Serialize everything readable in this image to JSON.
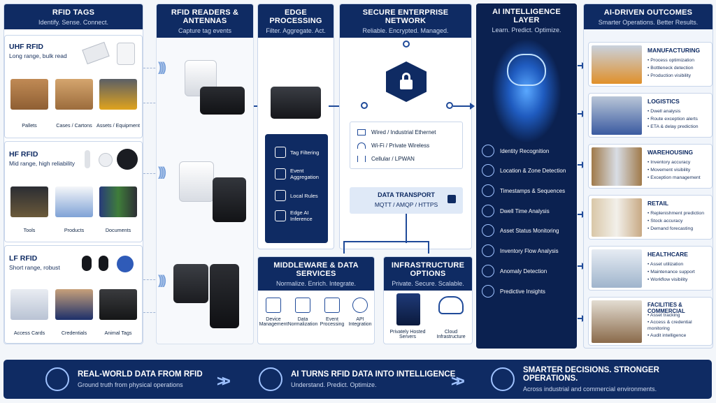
{
  "rfid_tags": {
    "title": "RFID TAGS",
    "subtitle": "Identify. Sense. Connect.",
    "uhf": {
      "title": "UHF RFID",
      "subtitle": "Long range, bulk read",
      "items": [
        "Pallets",
        "Cases / Cartons",
        "Assets / Equipment"
      ]
    },
    "hf": {
      "title": "HF RFID",
      "subtitle": "Mid range, high reliability",
      "items": [
        "Tools",
        "Products",
        "Documents"
      ]
    },
    "lf": {
      "title": "LF RFID",
      "subtitle": "Short range, robust",
      "items": [
        "Access Cards",
        "Credentials",
        "Animal Tags"
      ]
    }
  },
  "readers": {
    "title": "RFID READERS & ANTENNAS",
    "subtitle": "Capture tag events"
  },
  "edge": {
    "title": "EDGE PROCESSING",
    "subtitle": "Filter. Aggregate. Act.",
    "items": [
      "Tag Filtering",
      "Event Aggregation",
      "Local Rules",
      "Edge AI Inference"
    ]
  },
  "network": {
    "title": "SECURE ENTERPRISE NETWORK",
    "subtitle": "Reliable. Encrypted. Managed.",
    "links": [
      "Wired / Industrial Ethernet",
      "Wi-Fi / Private Wireless",
      "Cellular / LPWAN"
    ],
    "transport_title": "DATA TRANSPORT",
    "transport_protocols": "MQTT / AMQP / HTTPS"
  },
  "middleware": {
    "title": "MIDDLEWARE & DATA SERVICES",
    "subtitle": "Normalize. Enrich. Integrate.",
    "services": [
      "Device Management",
      "Data Normalization",
      "Event Processing",
      "API Integration"
    ]
  },
  "infrastructure": {
    "title": "INFRASTRUCTURE OPTIONS",
    "subtitle": "Private. Secure. Scalable.",
    "options": [
      "Privately Hosted Servers",
      "Cloud Infrastructure"
    ]
  },
  "ai_layer": {
    "title": "AI INTELLIGENCE LAYER",
    "subtitle": "Learn. Predict. Optimize.",
    "capabilities": [
      "Identity Recognition",
      "Location & Zone Detection",
      "Timestamps & Sequences",
      "Dwell Time Analysis",
      "Asset Status Monitoring",
      "Inventory Flow Analysis",
      "Anomaly Detection",
      "Predictive Insights"
    ]
  },
  "outcomes": {
    "title": "AI-DRIVEN OUTCOMES",
    "subtitle": "Smarter Operations. Better Results.",
    "items": [
      {
        "title": "MANUFACTURING",
        "points": [
          "Process optimization",
          "Bottleneck detection",
          "Production visibility"
        ]
      },
      {
        "title": "LOGISTICS",
        "points": [
          "Dwell analysis",
          "Route exception alerts",
          "ETA & delay prediction"
        ]
      },
      {
        "title": "WAREHOUSING",
        "points": [
          "Inventory accuracy",
          "Movement visibility",
          "Exception management"
        ]
      },
      {
        "title": "RETAIL",
        "points": [
          "Replenishment prediction",
          "Stock accuracy",
          "Demand forecasting"
        ]
      },
      {
        "title": "HEALTHCARE",
        "points": [
          "Asset utilization",
          "Maintenance support",
          "Workflow visibility"
        ]
      },
      {
        "title": "FACILITIES & COMMERCIAL",
        "points": [
          "Asset tracking",
          "Access & credential monitoring",
          "Audit intelligence"
        ]
      }
    ]
  },
  "bottom": [
    {
      "title": "REAL-WORLD DATA FROM RFID",
      "subtitle": "Ground truth from physical operations"
    },
    {
      "title": "AI TURNS RFID DATA INTO INTELLIGENCE",
      "subtitle": "Understand. Predict. Optimize."
    },
    {
      "title": "SMARTER DECISIONS. STRONGER OPERATIONS.",
      "subtitle": "Across industrial and commercial environments."
    }
  ],
  "colors": {
    "navy": "#0f2b63",
    "accent": "#1f4a99",
    "light_panel": "#dfe9f7"
  }
}
